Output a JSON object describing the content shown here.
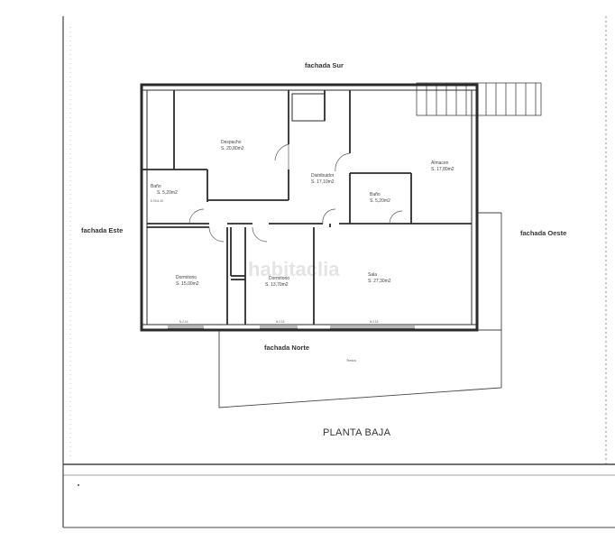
{
  "plan": {
    "title": "PLANTA BAJA",
    "watermark": "habitaclia",
    "facades": {
      "south": "fachada Sur",
      "east": "fachada Este",
      "west": "fachada Oeste",
      "north": "fachada Norte"
    },
    "rooms": [
      {
        "id": "despacho",
        "name": "Despacho",
        "area": "S. 20,80m2"
      },
      {
        "id": "distribuidor",
        "name": "Distribuidor",
        "area": "S. 17,10m2"
      },
      {
        "id": "almacen",
        "name": "Almacen",
        "area": "S. 17,80m2"
      },
      {
        "id": "bano-1",
        "name": "Baño",
        "area": "S. 5,20m2"
      },
      {
        "id": "bano-2",
        "name": "Baño",
        "area": "S. 5,20m2"
      },
      {
        "id": "dormitorio-1",
        "name": "Dormitorio",
        "area": "S. 15,00m2"
      },
      {
        "id": "dormitorio-2",
        "name": "Dormitorio",
        "area": "S. 13,70m2"
      },
      {
        "id": "sala",
        "name": "Sala",
        "area": "S. 27,30m2"
      },
      {
        "id": "terraza",
        "name": "Terraza",
        "area": ""
      }
    ],
    "tags": {
      "bano_note": "6,70x1,20",
      "window_1": "N.2.15",
      "window_2": "N.2.15",
      "window_3": "N.2.15"
    },
    "colors": {
      "wall": "#2a2a2a",
      "line": "#555555",
      "border": "#444444"
    }
  }
}
